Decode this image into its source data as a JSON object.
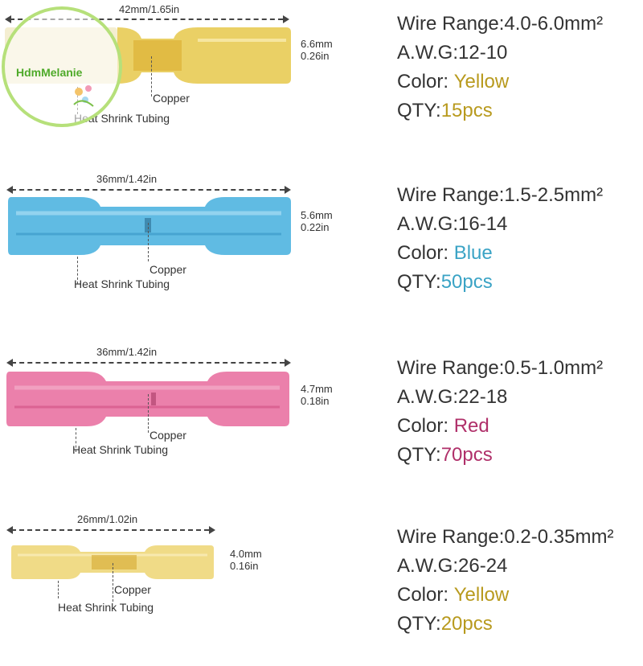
{
  "watermark": {
    "text": "HdmMelanie"
  },
  "products": [
    {
      "length": "42mm/1.65in",
      "diameter_mm": "6.6mm",
      "diameter_in": "0.26in",
      "copper_label": "Copper",
      "tubing_label": "Heat  Shrink  Tubing",
      "wire_range_label": "Wire  Range:",
      "wire_range_value": "4.0-6.0mm²",
      "awg_label": "A.W.G:",
      "awg_value": "12-10",
      "color_label": "Color:",
      "color_value": "Yellow",
      "qty_label": "QTY:",
      "qty_value": "15pcs",
      "tube_color": "#e6c84a"
    },
    {
      "length": "36mm/1.42in",
      "diameter_mm": "5.6mm",
      "diameter_in": "0.22in",
      "copper_label": "Copper",
      "tubing_label": "Heat  Shrink  Tubing",
      "wire_range_label": "Wire  Range:",
      "wire_range_value": "1.5-2.5mm²",
      "awg_label": "A.W.G:",
      "awg_value": "16-14",
      "color_label": "Color:",
      "color_value": "Blue",
      "qty_label": "QTY:",
      "qty_value": "50pcs",
      "tube_color": "#4fb4e0"
    },
    {
      "length": "36mm/1.42in",
      "diameter_mm": "4.7mm",
      "diameter_in": "0.18in",
      "copper_label": "Copper",
      "tubing_label": "Heat  Shrink  Tubing",
      "wire_range_label": "Wire  Range:",
      "wire_range_value": "0.5-1.0mm²",
      "awg_label": "A.W.G:",
      "awg_value": "22-18",
      "color_label": "Color:",
      "color_value": "Red",
      "qty_label": "QTY:",
      "qty_value": "70pcs",
      "tube_color": "#e86a9c"
    },
    {
      "length": "26mm/1.02in",
      "diameter_mm": "4.0mm",
      "diameter_in": "0.16in",
      "copper_label": "Copper",
      "tubing_label": "Heat  Shrink  Tubing",
      "wire_range_label": "Wire  Range:",
      "wire_range_value": "0.2-0.35mm²",
      "awg_label": "A.W.G:",
      "awg_value": "26-24",
      "color_label": "Color:",
      "color_value": "Yellow",
      "qty_label": "QTY:",
      "qty_value": "20pcs",
      "tube_color": "#eed77a"
    }
  ]
}
